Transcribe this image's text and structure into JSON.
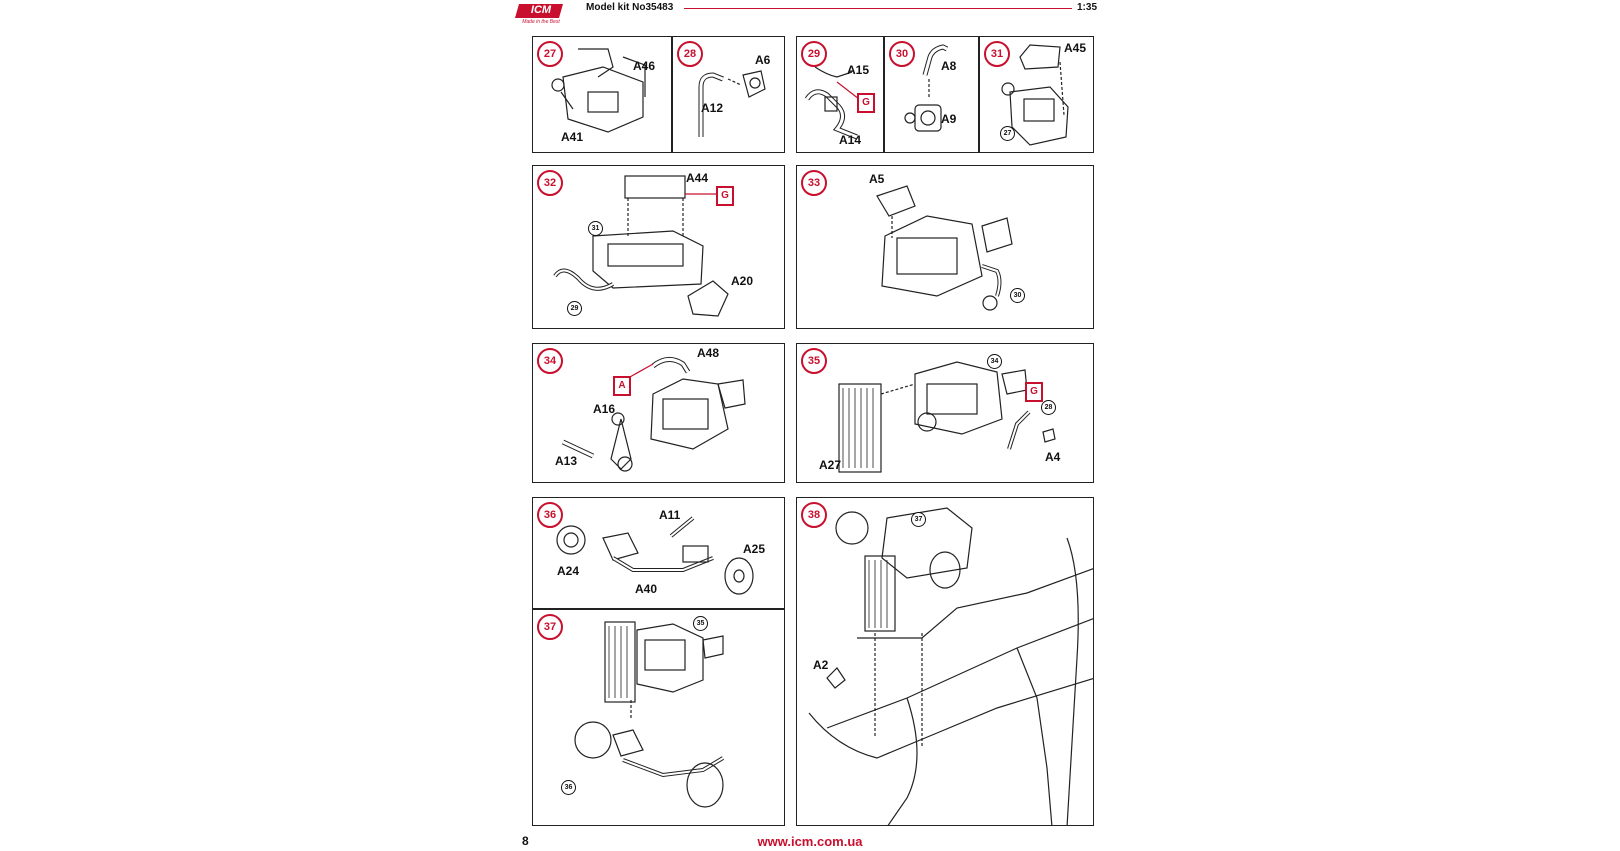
{
  "header": {
    "logo_text": "ICM",
    "logo_tagline": "Made in the Best",
    "title": "Model kit No35483",
    "scale": "1:35"
  },
  "steps": {
    "s27": {
      "number": "27",
      "parts": [
        "A46",
        "A41"
      ]
    },
    "s28": {
      "number": "28",
      "parts": [
        "A6",
        "A12"
      ]
    },
    "s29": {
      "number": "29",
      "parts": [
        "A15",
        "A14"
      ],
      "glue": "G"
    },
    "s30": {
      "number": "30",
      "parts": [
        "A8",
        "A9"
      ]
    },
    "s31": {
      "number": "31",
      "parts": [
        "A45"
      ],
      "refs": [
        "27"
      ]
    },
    "s32": {
      "number": "32",
      "parts": [
        "A44",
        "A20"
      ],
      "glue": "G",
      "refs": [
        "31",
        "29"
      ]
    },
    "s33": {
      "number": "33",
      "parts": [
        "A5"
      ],
      "refs": [
        "30"
      ]
    },
    "s34": {
      "number": "34",
      "parts": [
        "A48",
        "A16",
        "A13"
      ],
      "note": "A"
    },
    "s35": {
      "number": "35",
      "parts": [
        "A27",
        "A4"
      ],
      "glue": "G",
      "refs": [
        "34",
        "28"
      ]
    },
    "s36": {
      "number": "36",
      "parts": [
        "A11",
        "A24",
        "A25",
        "A40"
      ]
    },
    "s37": {
      "number": "37",
      "refs": [
        "35",
        "36"
      ]
    },
    "s38": {
      "number": "38",
      "parts": [
        "A2"
      ],
      "refs": [
        "37"
      ]
    }
  },
  "footer": {
    "page_number": "8",
    "url": "www.icm.com.ua"
  },
  "colors": {
    "accent": "#c8102e",
    "line": "#222222"
  }
}
